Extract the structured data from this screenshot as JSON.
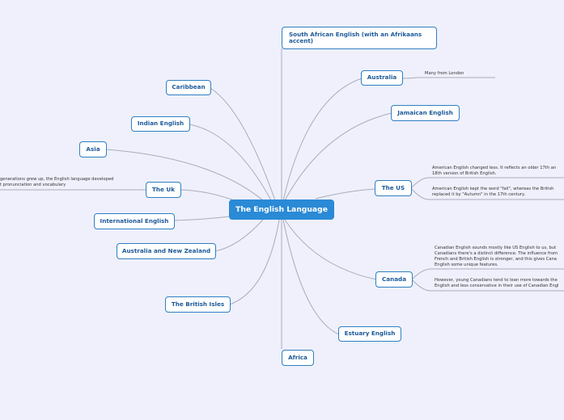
{
  "root": {
    "label": "The English Language"
  },
  "topics": {
    "south_african": "South African English (with an Afrikaans accent)",
    "australia": "Australia",
    "caribbean": "Caribbean",
    "jamaican": "Jamaican English",
    "indian": "Indian English",
    "asia": "Asia",
    "the_uk": "The Uk",
    "the_us": "The US",
    "international": "International English",
    "aus_nz": "Australia and New Zealand",
    "canada": "Canada",
    "british_isles": "The British Isles",
    "estuary": "Estuary English",
    "africa": "Africa"
  },
  "notes": {
    "australia_1": "Many from London",
    "uk_1": "generations grew up, the English language developed\nt pronunciation and vocabulary",
    "us_1": "American English changed less. It reflects an older 17th an\n18th version of British English.",
    "us_2": "American English kept the word \"fall\", whereas the British\nreplaced it by \"Autumn\" in the 17th century.",
    "canada_1": "Canadian English sounds mostly like US English to us, but\nCanadians there's a distinct difference. The influence from\nFrench and British English is stronger, and this gives Cana\nEnglish some unique features.",
    "canada_2": "However, young Canadians tend to lean more towards the\nEnglish and less conservative in their use of Canadian Engl"
  },
  "colors": {
    "background": "#eff0fb",
    "connector": "#a9acbd",
    "node_border": "#2d7fc2",
    "node_text": "#1d5a9a",
    "root_fill": "#2a8ad6"
  }
}
